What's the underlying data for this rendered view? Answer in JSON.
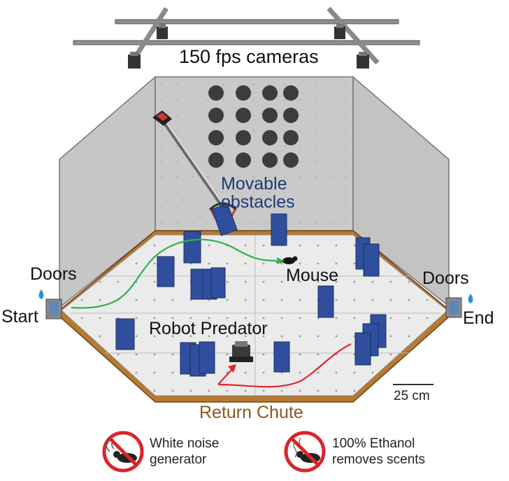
{
  "labels": {
    "cameras": "150 fps cameras",
    "movable_obstacles": "Movable\nobstacles",
    "mouse": "Mouse",
    "doors_left": "Doors",
    "doors_right": "Doors",
    "start": "Start",
    "end": "End",
    "robot_predator": "Robot Predator",
    "return_chute": "Return Chute",
    "scale_bar": "25 cm"
  },
  "legend": [
    {
      "text": "White noise\ngenerator",
      "icon": "no-sound-mouse-icon"
    },
    {
      "text": "100% Ethanol\nremoves scents",
      "icon": "no-scent-mouse-icon"
    }
  ],
  "colors": {
    "green_path": "#2eb34a",
    "red_path": "#e0262b",
    "obstacle": "#2f4f9e",
    "chute": "#b87a30",
    "prohibition": "#d9252a",
    "water_drop": "#2b8fd6"
  }
}
